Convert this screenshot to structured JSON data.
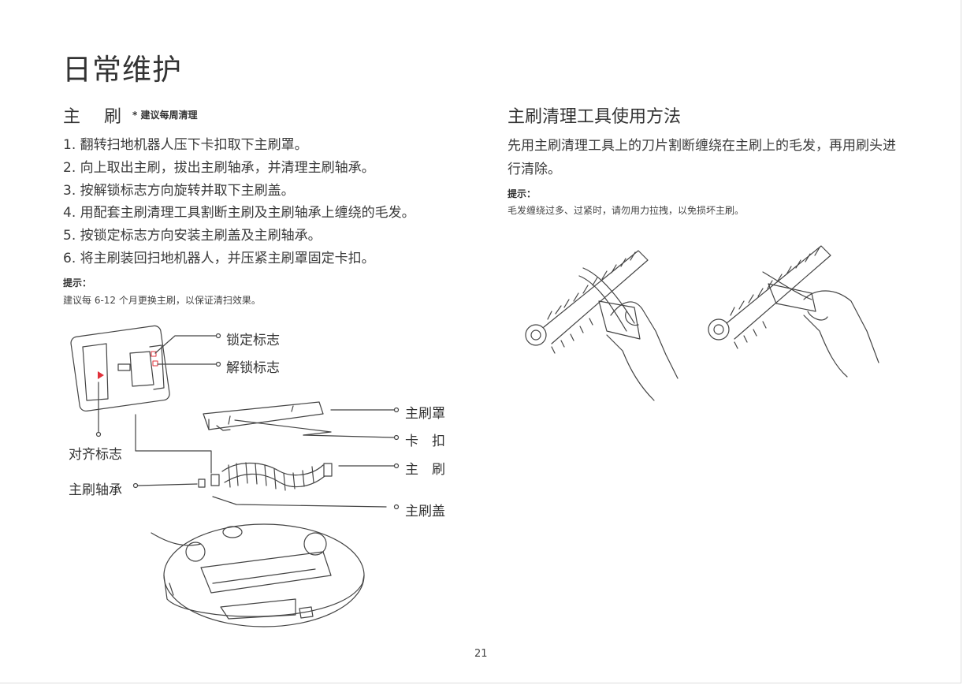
{
  "page": {
    "title": "日常维护",
    "page_number": "21"
  },
  "main_brush": {
    "heading_part1": "主",
    "heading_part2": "刷",
    "note": "* 建议每周清理",
    "steps": [
      "1. 翻转扫地机器人压下卡扣取下主刷罩。",
      "2. 向上取出主刷，拔出主刷轴承，并清理主刷轴承。",
      "3. 按解锁标志方向旋转并取下主刷盖。",
      "4. 用配套主刷清理工具割断主刷及主刷轴承上缠绕的毛发。",
      "5. 按锁定标志方向安装主刷盖及主刷轴承。",
      "6. 将主刷装回扫地机器人，并压紧主刷罩固定卡扣。"
    ],
    "tip_label": "提示：",
    "tip_text": "建议每 6-12 个月更换主刷，以保证清扫效果。",
    "callouts": {
      "lock_mark": "锁定标志",
      "unlock_mark": "解锁标志",
      "align_mark": "对齐标志",
      "bearing": "主刷轴承",
      "brush_cover_guard": "主刷罩",
      "latch": "卡　扣",
      "brush": "主　刷",
      "brush_cap": "主刷盖"
    }
  },
  "tool_usage": {
    "heading": "主刷清理工具使用方法",
    "paragraph": "先用主刷清理工具上的刀片割断缠绕在主刷上的毛发，再用刷头进行清除。",
    "tip_label": "提示：",
    "tip_text": "毛发缠绕过多、过紧时，请勿用力拉拽，以免损坏主刷。"
  },
  "colors": {
    "text": "#3a3a3a",
    "line_art": "#444444",
    "marker_red": "#e0303a"
  }
}
